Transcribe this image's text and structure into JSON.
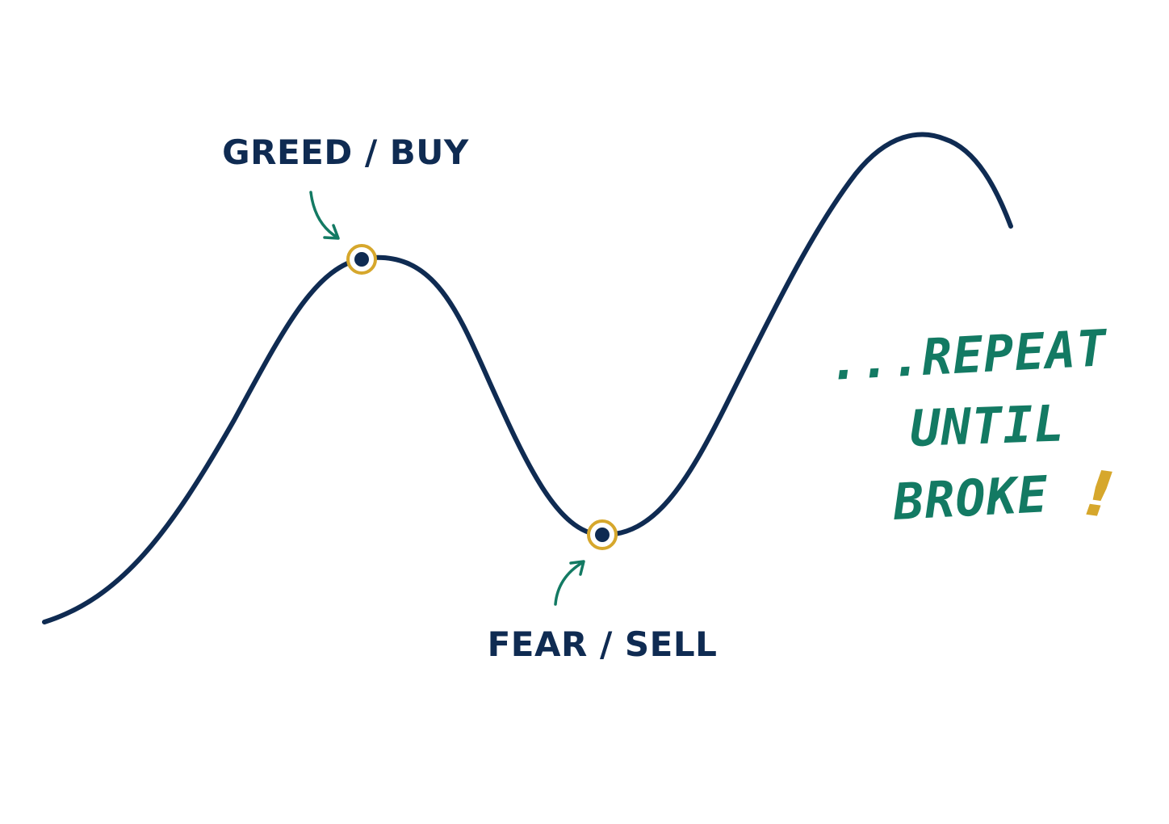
{
  "labels": {
    "peak": "GREED / BUY",
    "trough": "FEAR / SELL",
    "note_line_1": "...REPEAT",
    "note_line_2": "UNTIL",
    "note_line_3": "BROKE",
    "note_exclaim": "!"
  },
  "colors": {
    "curve": "#0f2b52",
    "marker_ring": "#d6a72c",
    "marker_dot": "#0f2b52",
    "arrow": "#137a63",
    "note_text": "#137a63",
    "exclaim": "#d6a72c",
    "label_text": "#0f2b52"
  },
  "icons": {
    "peak_marker": "ring-dot-marker",
    "trough_marker": "ring-dot-marker",
    "peak_arrow": "curved-arrow-down-right",
    "trough_arrow": "curved-arrow-up-right"
  }
}
